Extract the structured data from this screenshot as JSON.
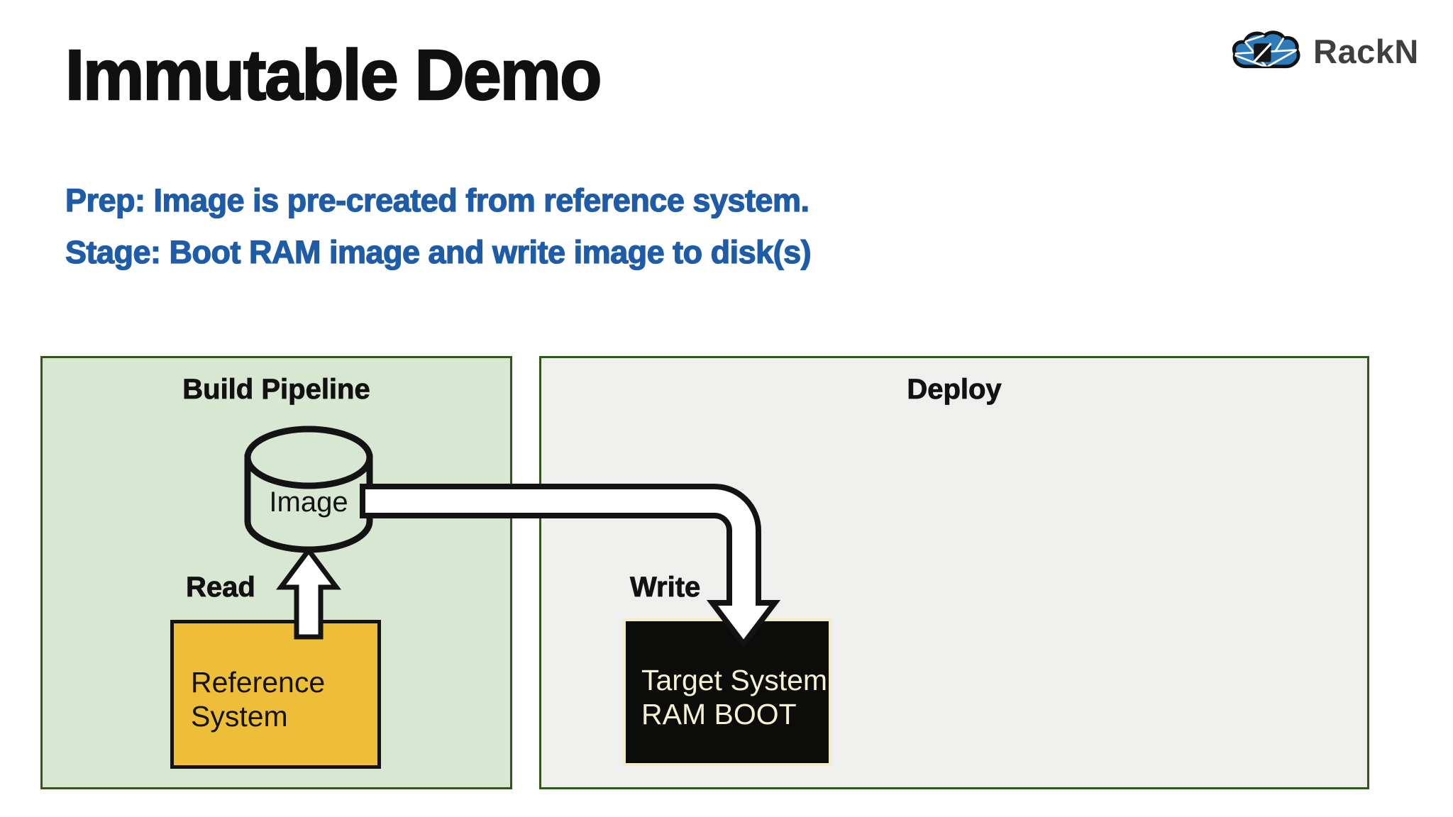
{
  "slide": {
    "title": "Immutable Demo",
    "prep_line": "Prep: Image is pre-created from reference system.",
    "stage_line": "Stage: Boot RAM image and write image to disk(s)"
  },
  "logo": {
    "brand": "RackN",
    "icon": "cloud-icon"
  },
  "colors": {
    "accent_blue": "#1e5ca7",
    "panel_green": "#d8e7d1",
    "panel_gray": "#efefed",
    "panel_border_green": "#32561e",
    "reference_yellow": "#efbe39",
    "target_black": "#0c0c0a",
    "target_border_cream": "#f3ecc6",
    "target_text_cream": "#f7f1d3",
    "logo_cloud_blue": "#2e7bbb"
  },
  "diagram": {
    "build_panel_label": "Build Pipeline",
    "deploy_panel_label": "Deploy",
    "image_label": "Image",
    "read_label": "Read",
    "write_label": "Write",
    "reference_box": {
      "line1": "Reference",
      "line2": "System"
    },
    "target_box": {
      "line1": "Target System",
      "line2": "RAM BOOT"
    }
  }
}
